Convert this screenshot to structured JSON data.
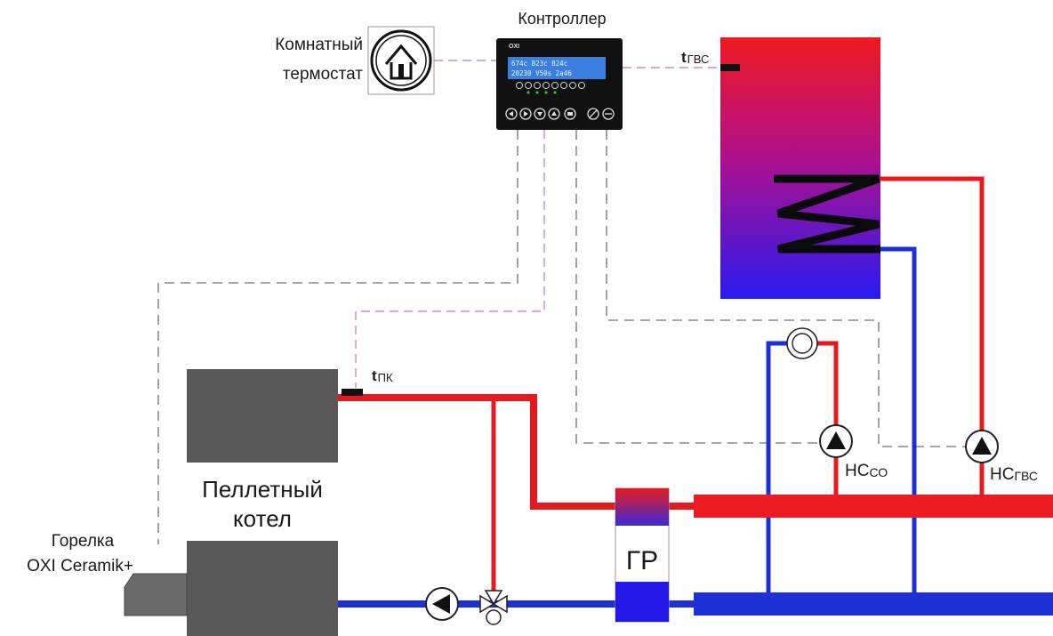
{
  "labels": {
    "controller": "Контроллер",
    "room_thermostat_line1": "Комнатный",
    "room_thermostat_line2": "термостат",
    "t_dhw_prefix": "t",
    "t_dhw_sub": "ГВС",
    "t_boiler_prefix": "t",
    "t_boiler_sub": "ПК",
    "boiler_line1": "Пеллетный",
    "boiler_line2": "котел",
    "burner_line1": "Горелка",
    "burner_line2": "OXI Ceramik+",
    "hydro_separator": "ГР",
    "pump_heating_prefix": "НС",
    "pump_heating_sub": "СО",
    "pump_dhw_prefix": "НС",
    "pump_dhw_sub": "ГВС"
  },
  "controller_display": {
    "brand": "OXI",
    "row1": "674c 823c 824c",
    "row2": "20230 V50s 2a46"
  },
  "colors": {
    "hot_pipe": "#e8191e",
    "cold_pipe": "#1f2fd6",
    "signal_line": "#c88ad8",
    "sensor_line": "#8a8a8a",
    "boiler_body": "#595959",
    "tank_top": "#ee1a1f",
    "tank_bottom": "#2018ee",
    "controller_body": "#111111",
    "lcd": "#3a7fe0"
  }
}
